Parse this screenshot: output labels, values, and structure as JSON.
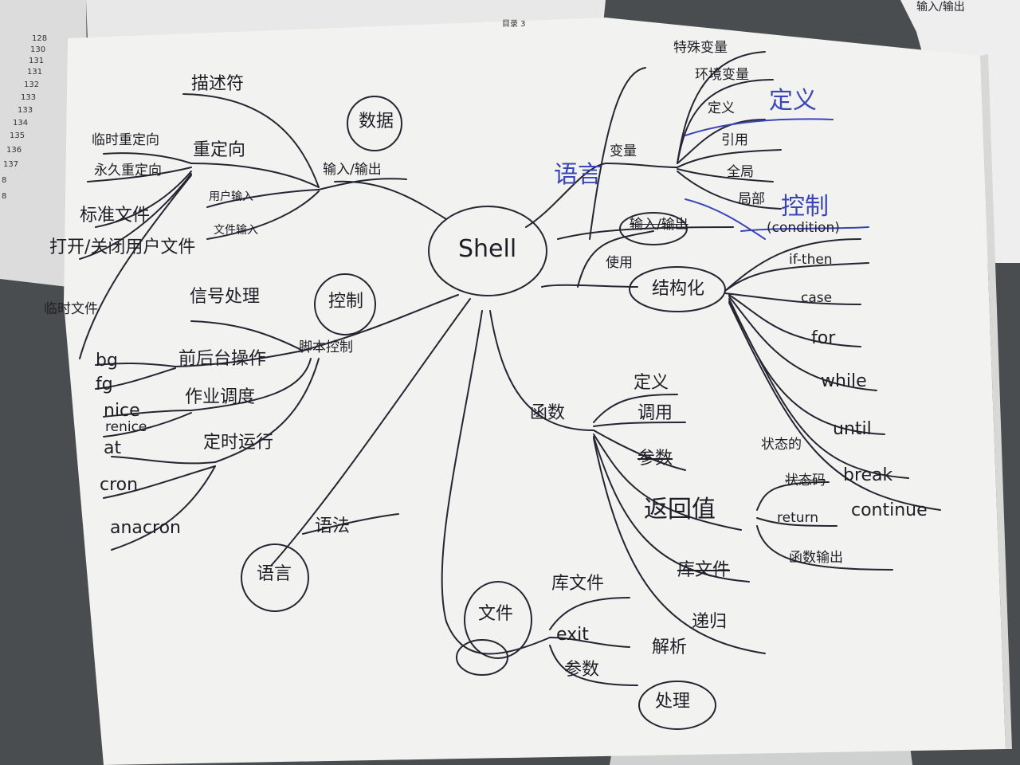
{
  "header": "目录 3",
  "left_page_numbers": [
    "128",
    "130",
    "131",
    "131",
    "132",
    "133",
    "133",
    "134",
    "135",
    "136",
    "137",
    "8",
    "8"
  ],
  "corner_note": "输入/输出",
  "center": "Shell",
  "io_branch": {
    "title": "输入/输出",
    "tag": "数据",
    "children": [
      "描述符",
      "重定向",
      "用户输入",
      "文件输入"
    ],
    "redirect_children": [
      "临时重定向",
      "永久重定向",
      "标准文件",
      "打开/关闭用户文件",
      "临时文件"
    ]
  },
  "control_branch": {
    "title": "脚本控制",
    "tag": "控制",
    "children": [
      "信号处理",
      "前后台操作",
      "作业调度",
      "定时运行"
    ],
    "fgbg": [
      "bg",
      "fg"
    ],
    "nice": [
      "nice",
      "renice"
    ],
    "timed": [
      "at",
      "cron",
      "anacron"
    ]
  },
  "syntax_branch": {
    "title": "语法",
    "tag": "语言"
  },
  "file_branch": {
    "title": "文件",
    "children": [
      "库文件",
      "exit",
      "参数"
    ],
    "param_children": [
      "解析",
      "处理"
    ]
  },
  "func_branch": {
    "title": "函数",
    "children": [
      "定义",
      "调用",
      "参数",
      "返回值",
      "库文件",
      "递归"
    ],
    "return_children": [
      "状态码",
      "return",
      "函数输出"
    ],
    "status_prefix": "状态的"
  },
  "lang_branch": {
    "title": "语言",
    "variable": "变量",
    "variable_children": [
      "特殊变量",
      "环境变量",
      "定义",
      "引用",
      "全局",
      "局部"
    ],
    "blue_define": "定义",
    "io": "输入/输出",
    "use": "使用",
    "struct": "结构化",
    "control_label": "控制",
    "struct_children": [
      "(condition)",
      "if-then",
      "case",
      "for",
      "while",
      "until",
      "break",
      "continue"
    ]
  }
}
